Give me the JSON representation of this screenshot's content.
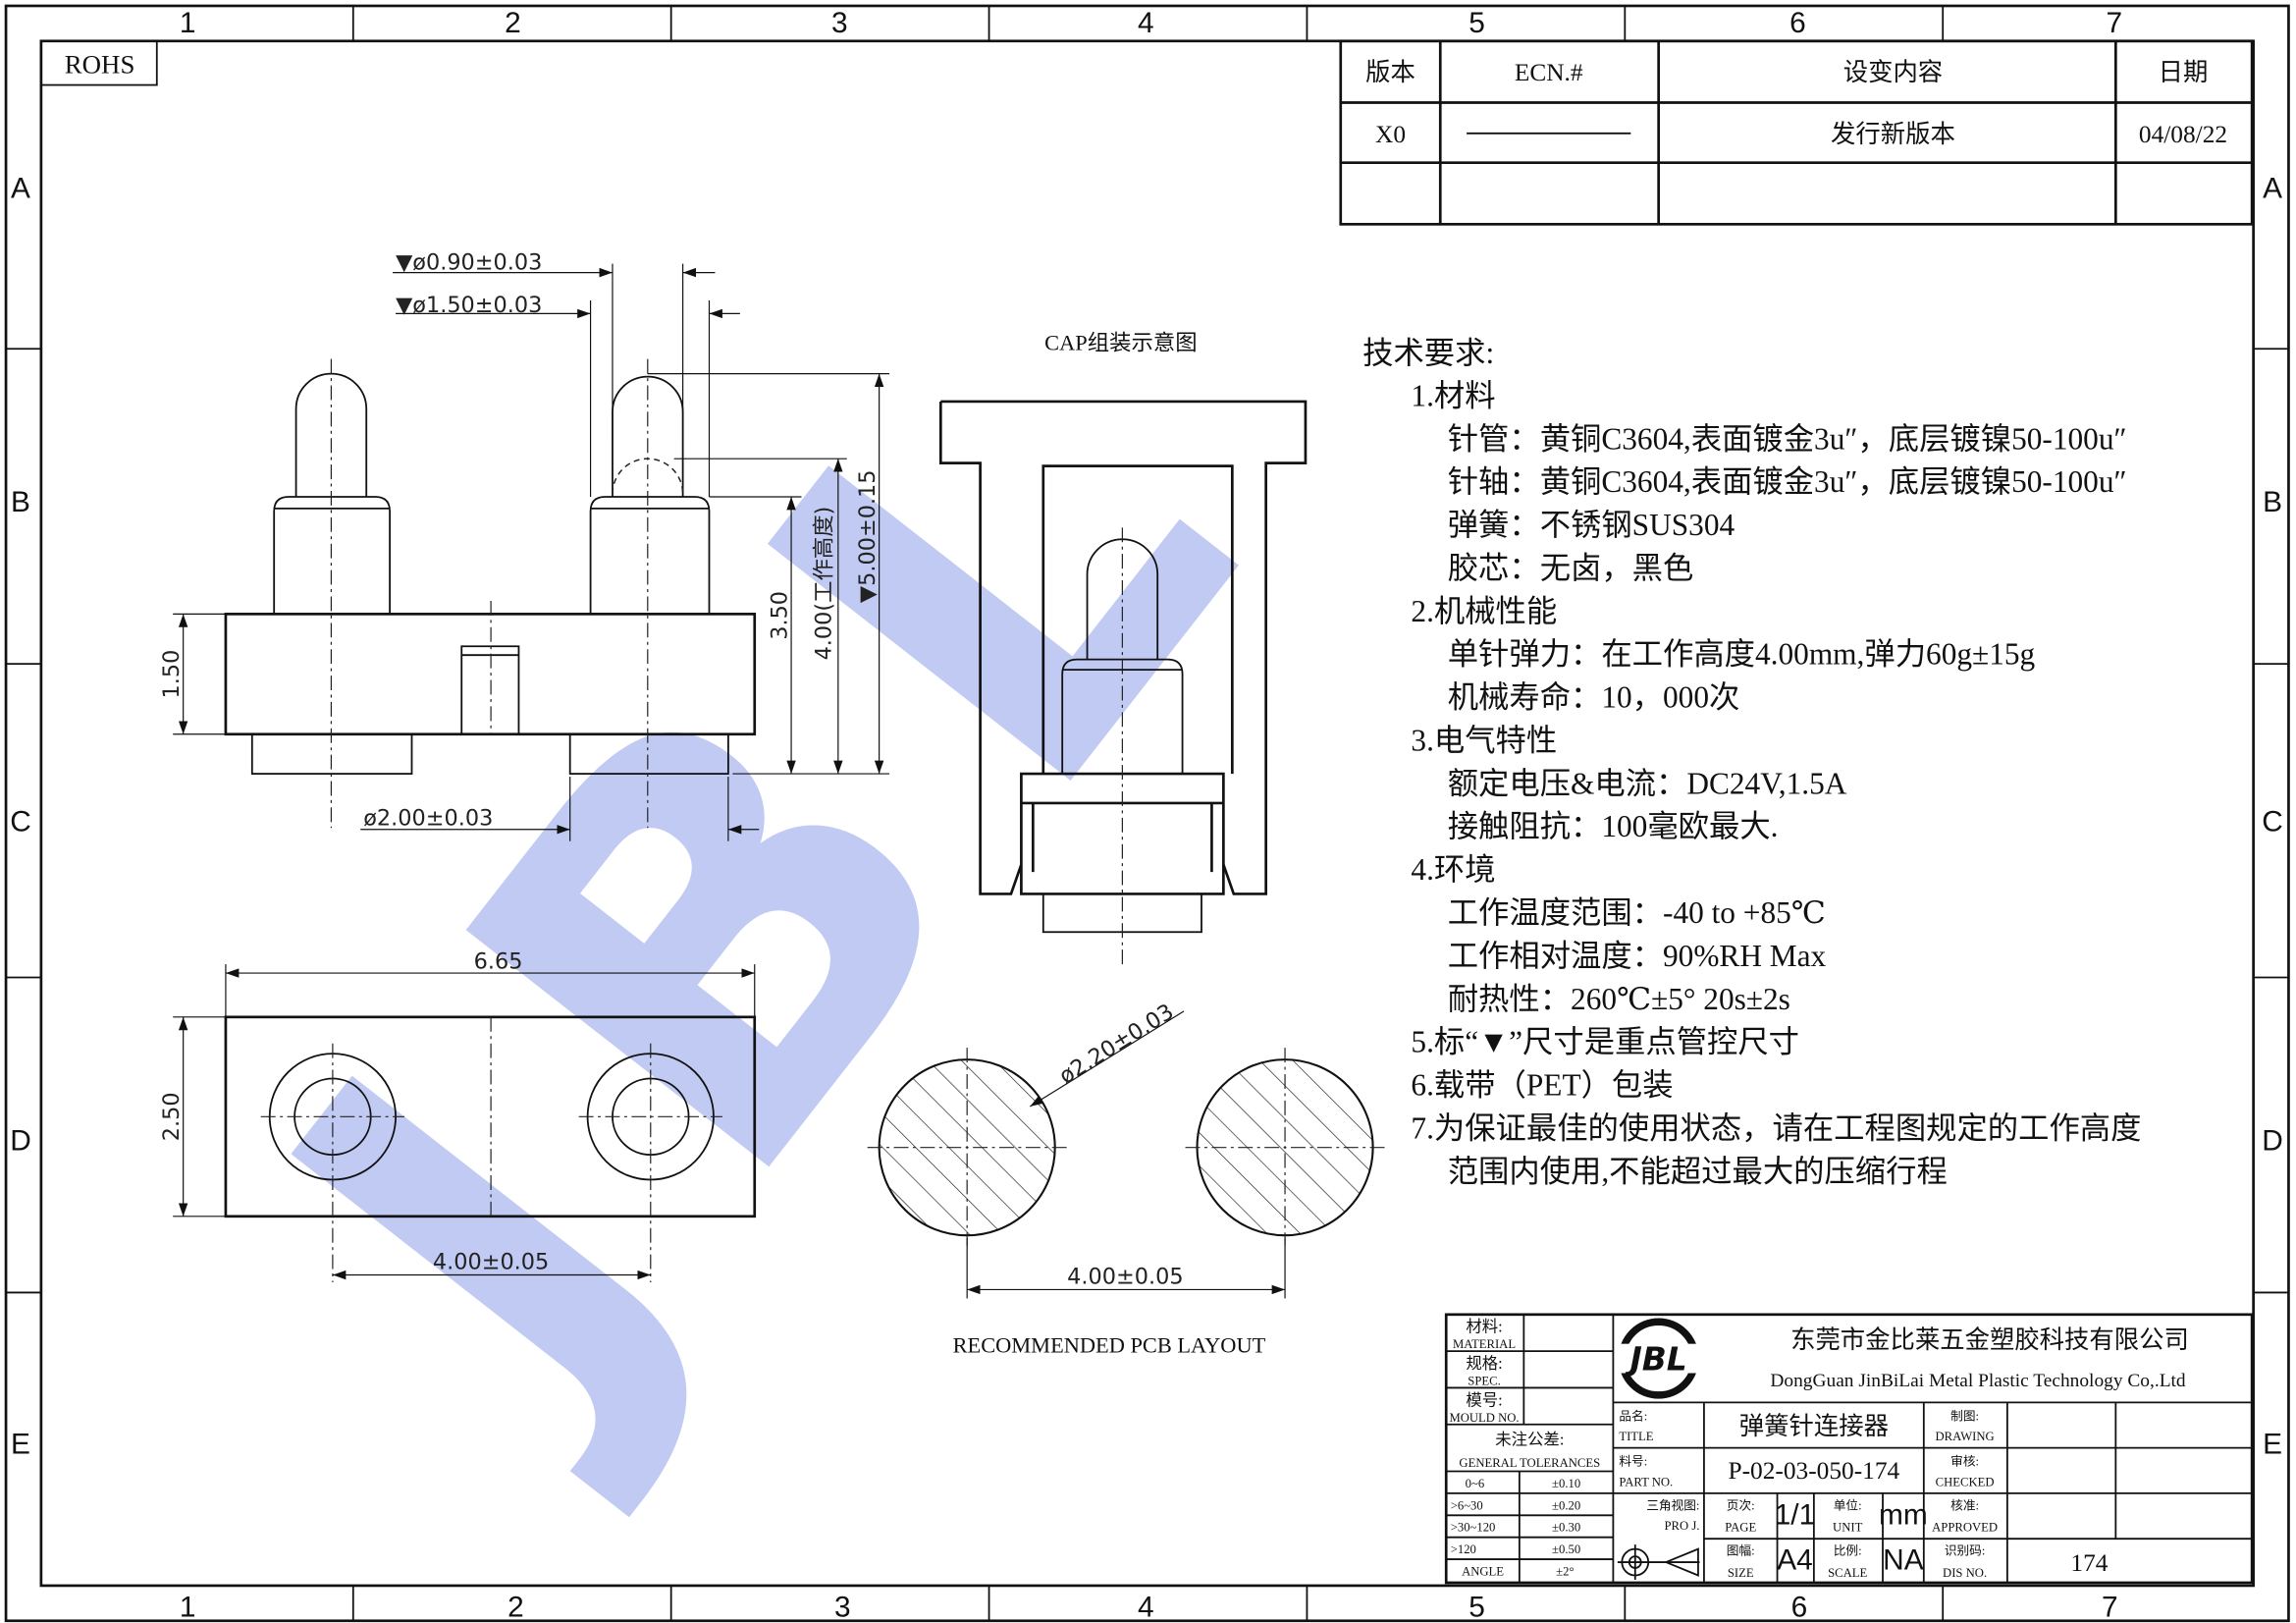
{
  "sheet": {
    "zone_columns": [
      "1",
      "2",
      "3",
      "4",
      "5",
      "6",
      "7"
    ],
    "zone_rows": [
      "A",
      "B",
      "C",
      "D",
      "E"
    ],
    "rohs": "ROHS"
  },
  "revision_table": {
    "headers": [
      "版本",
      "ECN.#",
      "设变内容",
      "日期"
    ],
    "rows": [
      {
        "version": "X0",
        "ecn": "",
        "change": "发行新版本",
        "date": "04/08/22"
      }
    ]
  },
  "side_view": {
    "dim_plunger_dia": "▼ø0.90±0.03",
    "dim_barrel_dia": "▼ø1.50±0.03",
    "dim_body_height": "1.50",
    "dim_barrel_height": "3.50",
    "dim_working_height": "4.00(工作高度)",
    "dim_total_height": "▼5.00±0.15",
    "dim_tail_dia": "ø2.00±0.03"
  },
  "cap_view": {
    "title": "CAP组装示意图"
  },
  "top_view": {
    "dim_length": "6.65",
    "dim_width": "2.50",
    "dim_pitch": "4.00±0.05"
  },
  "pcb_layout": {
    "dim_hole": "ø2.20±0.03",
    "dim_pitch": "4.00±0.05",
    "title": "RECOMMENDED PCB LAYOUT"
  },
  "watermark": {
    "text": "JBL",
    "color": "#5a74e0"
  },
  "tech_requirements": {
    "heading": "技术要求:",
    "lines": [
      {
        "text": "1.材料",
        "level": 1
      },
      {
        "text": "针管：黄铜C3604,表面镀金3u″，底层镀镍50-100u″",
        "level": 2
      },
      {
        "text": "针轴：黄铜C3604,表面镀金3u″，底层镀镍50-100u″",
        "level": 2
      },
      {
        "text": "弹簧：不锈钢SUS304",
        "level": 2
      },
      {
        "text": "胶芯：无卤，黑色",
        "level": 2
      },
      {
        "text": "2.机械性能",
        "level": 1
      },
      {
        "text": "单针弹力：在工作高度4.00mm,弹力60g±15g",
        "level": 2
      },
      {
        "text": "机械寿命：10，000次",
        "level": 2
      },
      {
        "text": "3.电气特性",
        "level": 1
      },
      {
        "text": "额定电压&电流：DC24V,1.5A",
        "level": 2
      },
      {
        "text": "接触阻抗：100毫欧最大.",
        "level": 2
      },
      {
        "text": "4.环境",
        "level": 1
      },
      {
        "text": "工作温度范围：-40 to +85℃",
        "level": 2
      },
      {
        "text": "工作相对温度：90%RH Max",
        "level": 2
      },
      {
        "text": "耐热性：260℃±5° 20s±2s",
        "level": 2
      },
      {
        "text": "5.标“▼”尺寸是重点管控尺寸",
        "level": 1
      },
      {
        "text": "6.载带（PET）包装",
        "level": 1
      },
      {
        "text": "7.为保证最佳的使用状态，请在工程图规定的工作高度",
        "level": 1
      },
      {
        "text": "范围内使用,不能超过最大的压缩行程",
        "level": 2
      }
    ]
  },
  "title_block": {
    "material_label": "材料:",
    "material_label_en": "MATERIAL",
    "spec_label": "规格:",
    "spec_label_en": "SPEC.",
    "mould_label": "模号:",
    "mould_label_en": "MOULD NO.",
    "tolerance_label": "未注公差:",
    "tolerance_label_en": "GENERAL TOLERANCES",
    "tolerances": [
      {
        "range": "0~6",
        "value": "±0.10"
      },
      {
        "range": ">6~30",
        "value": "±0.20"
      },
      {
        "range": ">30~120",
        "value": "±0.30"
      },
      {
        "range": ">120",
        "value": "±0.50"
      },
      {
        "range": "ANGLE",
        "value": "±2°"
      }
    ],
    "logo_text": "JBL",
    "company_cn": "东莞市金比莱五金塑胶科技有限公司",
    "company_en": "DongGuan JinBiLai Metal Plastic Technology Co,.Ltd",
    "title_label": "品名:",
    "title_label_en": "TITLE",
    "title_value": "弹簧针连接器",
    "part_label": "料号:",
    "part_label_en": "PART NO.",
    "part_value": "P-02-03-050-174",
    "projection_label": "三角视图:",
    "projection_label_en": "PRO J.",
    "page_label": "页次:",
    "page_label_en": "PAGE",
    "page_value": "1/1",
    "unit_label": "单位:",
    "unit_label_en": "UNIT",
    "unit_value": "mm",
    "size_label": "图幅:",
    "size_label_en": "SIZE",
    "size_value": "A4",
    "scale_label": "比例:",
    "scale_label_en": "SCALE",
    "scale_value": "NA",
    "drawing_label": "制图:",
    "drawing_label_en": "DRAWING",
    "checked_label": "审核:",
    "checked_label_en": "CHECKED",
    "approved_label": "核准:",
    "approved_label_en": "APPROVED",
    "dis_label": "识别码:",
    "dis_label_en": "DIS NO.",
    "dis_value": "174"
  }
}
